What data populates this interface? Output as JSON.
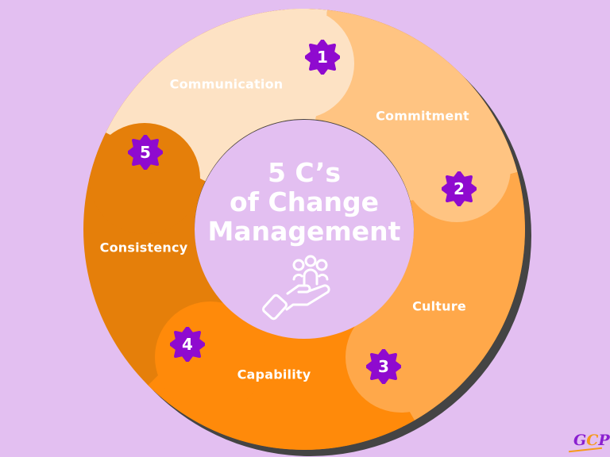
{
  "title": {
    "line1": "5 C’s",
    "line2": "of Change",
    "line3": "Management",
    "icon": "hand-holding-people-icon"
  },
  "segments": [
    {
      "number": "1",
      "label": "Communication",
      "color": "#fde2c4"
    },
    {
      "number": "2",
      "label": "Commitment",
      "color": "#ffc482"
    },
    {
      "number": "3",
      "label": "Culture",
      "color": "#ffa84a"
    },
    {
      "number": "4",
      "label": "Capability",
      "color": "#ff8a0a"
    },
    {
      "number": "5",
      "label": "Consistency",
      "color": "#e57f0a"
    }
  ],
  "colors": {
    "background": "#e3bff1",
    "center": "#e3bff1",
    "badge": "#8f0acf",
    "shadow": "#444444"
  },
  "logo": {
    "g": "G",
    "c": "C",
    "p": "P"
  }
}
